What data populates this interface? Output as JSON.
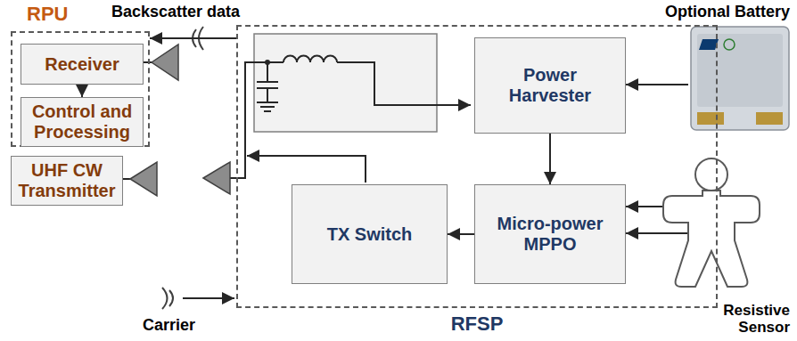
{
  "diagram": {
    "nodes": [
      {
        "text": [
          "RPU"
        ]
      },
      {
        "text": [
          "Receiver"
        ],
        "in": 0
      },
      {
        "text": [
          "Control and Processing"
        ],
        "in": 0
      },
      {
        "text": [
          "UHF CW Transmitter"
        ]
      },
      {
        "text": [
          "RFSP"
        ]
      },
      {
        "text": [
          "Power Harvester"
        ],
        "in": 4
      },
      {
        "text": [
          "TX Switch"
        ],
        "in": 4
      },
      {
        "text": [
          "Micro-power MPPO"
        ],
        "in": 4
      }
    ],
    "edges": [
      {
        "from": 1,
        "to": 2,
        "arrow": "to"
      },
      {
        "from": 5,
        "to": 7,
        "arrow": "to"
      },
      {
        "from": 7,
        "to": 6,
        "arrow": "to"
      },
      {
        "from": 4,
        "to": 0,
        "arrow": "to"
      }
    ],
    "labels": [
      "Backscatter data",
      "Optional Battery",
      "Resistive Sensor",
      "Carrier"
    ]
  }
}
